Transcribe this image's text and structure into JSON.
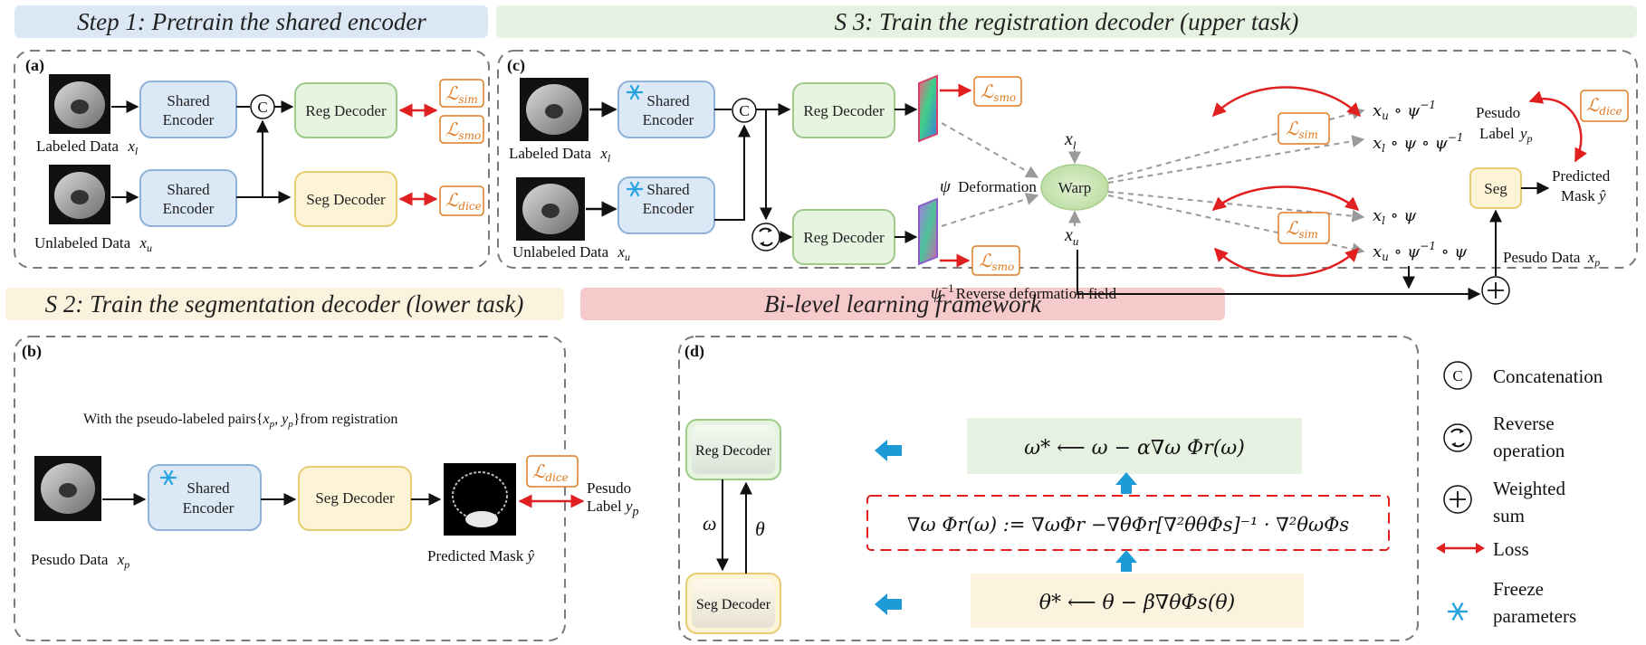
{
  "colors": {
    "stage1_banner": "#dbe7f4",
    "stage2_banner": "#fbf3de",
    "stage3_banner": "#e5f2e2",
    "bilevel_banner": "#f6c9cb",
    "encoder_fill": "#dbe8f6",
    "encoder_stroke": "#8fb3d8",
    "reg_fill": "#e6f4e0",
    "reg_stroke": "#9ccb8a",
    "seg_fill": "#fdf3d6",
    "seg_stroke": "#e8cc72",
    "loss_color": "#e07a1f",
    "loss_arrow": "#e02020",
    "freeze_icon": "#2aa3e0",
    "update_arrow": "#1e9ad6"
  },
  "icons": {
    "concat": "concat-circle-icon",
    "reverse": "reverse-operation-icon",
    "weighted_sum": "plus-circle-icon",
    "freeze": "snowflake-icon",
    "loss": "double-headed-arrow-icon"
  },
  "banners": {
    "step1": "Step 1: Pretrain the shared encoder",
    "step2": "S 2: Train the segmentation decoder (lower task)",
    "step3": "S 3: Train the registration decoder (upper task)",
    "bilevel": "Bi-level learning framework"
  },
  "panel_a": {
    "tag": "(a)",
    "labeled_data": "Labeled Data",
    "labeled_sym": "x",
    "labeled_sub": "l",
    "unlabeled_data": "Unlabeled Data",
    "unlabeled_sym": "x",
    "unlabeled_sub": "u",
    "shared": "Shared",
    "encoder": "Encoder",
    "concat": "C",
    "reg_decoder": "Reg Decoder",
    "seg_decoder": "Seg Decoder",
    "loss_sim": "sim",
    "loss_smo": "smo",
    "loss_dice": "dice"
  },
  "panel_b": {
    "tag": "(b)",
    "caption_pre": "With the pseudo-labeled pairs{",
    "caption_pair": "x",
    "caption_p1": "p",
    "caption_comma": ", y",
    "caption_p2": "p",
    "caption_post": "}from registration",
    "shared": "Shared",
    "encoder": "Encoder",
    "seg_decoder": "Seg Decoder",
    "pseudo_data": "Pesudo Data",
    "pseudo_sym": "x",
    "pseudo_sub": "p",
    "predicted": "Predicted  Mask",
    "predicted_sym": "ŷ",
    "pseudo_label_1": "Pesudo",
    "pseudo_label_2": "Label",
    "pseudo_label_sym": "y",
    "pseudo_label_sub": "p",
    "loss_dice": "dice"
  },
  "panel_c": {
    "tag": "(c)",
    "labeled_data": "Labeled Data",
    "labeled_sym": "x",
    "labeled_sub": "l",
    "unlabeled_data": "Unlabeled Data",
    "unlabeled_sym": "x",
    "unlabeled_sub": "u",
    "shared": "Shared",
    "encoder": "Encoder",
    "concat": "C",
    "reg_decoder": "Reg Decoder",
    "deform_sym": "ψ",
    "deform_label": "Deformation field",
    "rev_sym": "ψ",
    "rev_sup": "−1",
    "rev_label": "Reverse deformation field",
    "warp": "Warp",
    "xl": "x",
    "xl_sub": "l",
    "xu": "x",
    "xu_sub": "u",
    "out1": "x",
    "out1_sub": "u",
    "out1_rest": " ∘ ψ",
    "out1_sup": "−1",
    "out2": "x",
    "out2_sub": "l",
    "out2_rest": " ∘ ψ ∘ ψ",
    "out2_sup": "−1",
    "out3": "x",
    "out3_sub": "l",
    "out3_rest": " ∘ ψ",
    "out4": "x",
    "out4_sub": "u",
    "out4_rest1": " ∘ ψ",
    "out4_sup": "−1",
    "out4_rest2": " ∘ ψ",
    "seg": "Seg",
    "pseudo_label_1": "Pesudo",
    "pseudo_label_2": "Label",
    "pseudo_label_sym": "y",
    "pseudo_label_sub": "p",
    "predicted_1": "Predicted",
    "predicted_2": "Mask",
    "predicted_sym": "ŷ",
    "pseudo_data": "Pesudo Data",
    "pseudo_sym": "x",
    "pseudo_sub": "p",
    "loss_smo": "smo",
    "loss_sim": "sim",
    "loss_dice": "dice"
  },
  "panel_d": {
    "tag": "(d)",
    "reg_decoder": "Reg Decoder",
    "seg_decoder": "Seg Decoder",
    "omega": "ω",
    "theta": "θ",
    "eq_omega": "ω* ⟵ ω − α∇ω Φr(ω)",
    "eq_grad": "∇ω Φr(ω) := ∇ωΦr −∇θΦr[∇²θθΦs]⁻¹ · ∇²θωΦs",
    "eq_theta": "θ* ⟵ θ − β∇θΦs(θ)"
  },
  "legend": {
    "concat_glyph": "C",
    "concatenation": "Concatenation",
    "reverse_1": "Reverse",
    "reverse_2": "operation",
    "weighted_1": "Weighted",
    "weighted_2": "sum",
    "loss": "Loss",
    "freeze_1": "Freeze",
    "freeze_2": "parameters"
  }
}
